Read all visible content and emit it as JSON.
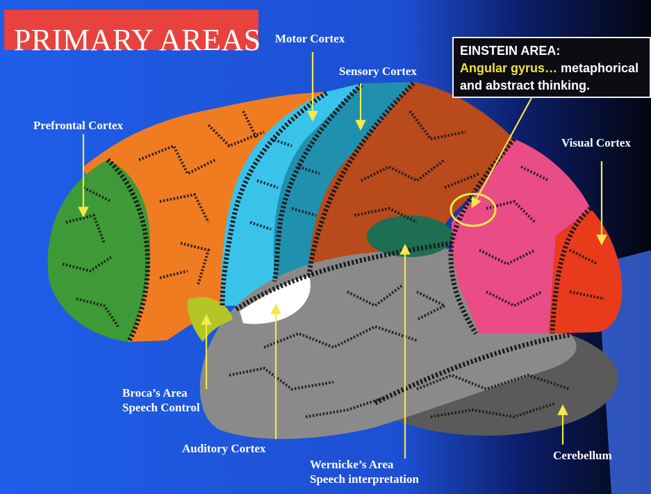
{
  "title": "PRIMARY AREAS",
  "einstein": {
    "heading": "EINSTEIN AREA:",
    "highlight": "Angular gyrus…",
    "rest": " metaphorical",
    "line3": "and abstract thinking."
  },
  "labels": {
    "motor": "Motor Cortex",
    "sensory": "Sensory Cortex",
    "prefrontal": "Prefrontal Cortex",
    "visual": "Visual Cortex",
    "broca_1": "Broca’s Area",
    "broca_2": "Speech Control",
    "auditory": "Auditory Cortex",
    "wernicke_1": "Wernicke’s Area",
    "wernicke_2": "Speech interpretation",
    "cerebellum": "Cerebellum"
  },
  "colors": {
    "background_blue": "#2060e8",
    "background_dark": "#050818",
    "title_red": "#e8423e",
    "prefrontal_green": "#3e9a36",
    "frontal_orange": "#f07c22",
    "motor_cyan": "#39c3ea",
    "sensory_teal": "#1f90ad",
    "parietal_rust": "#b84a1c",
    "visual_pink": "#ea4c86",
    "visual_red": "#ea3a1c",
    "temporal_gray": "#8a8a8a",
    "cerebellum_gray": "#5a5a5a",
    "wernicke_green": "#1e6e52",
    "broca_yellowgreen": "#b4c626",
    "auditory_white": "#ffffff",
    "arrow_yellow": "#f4e84a"
  }
}
